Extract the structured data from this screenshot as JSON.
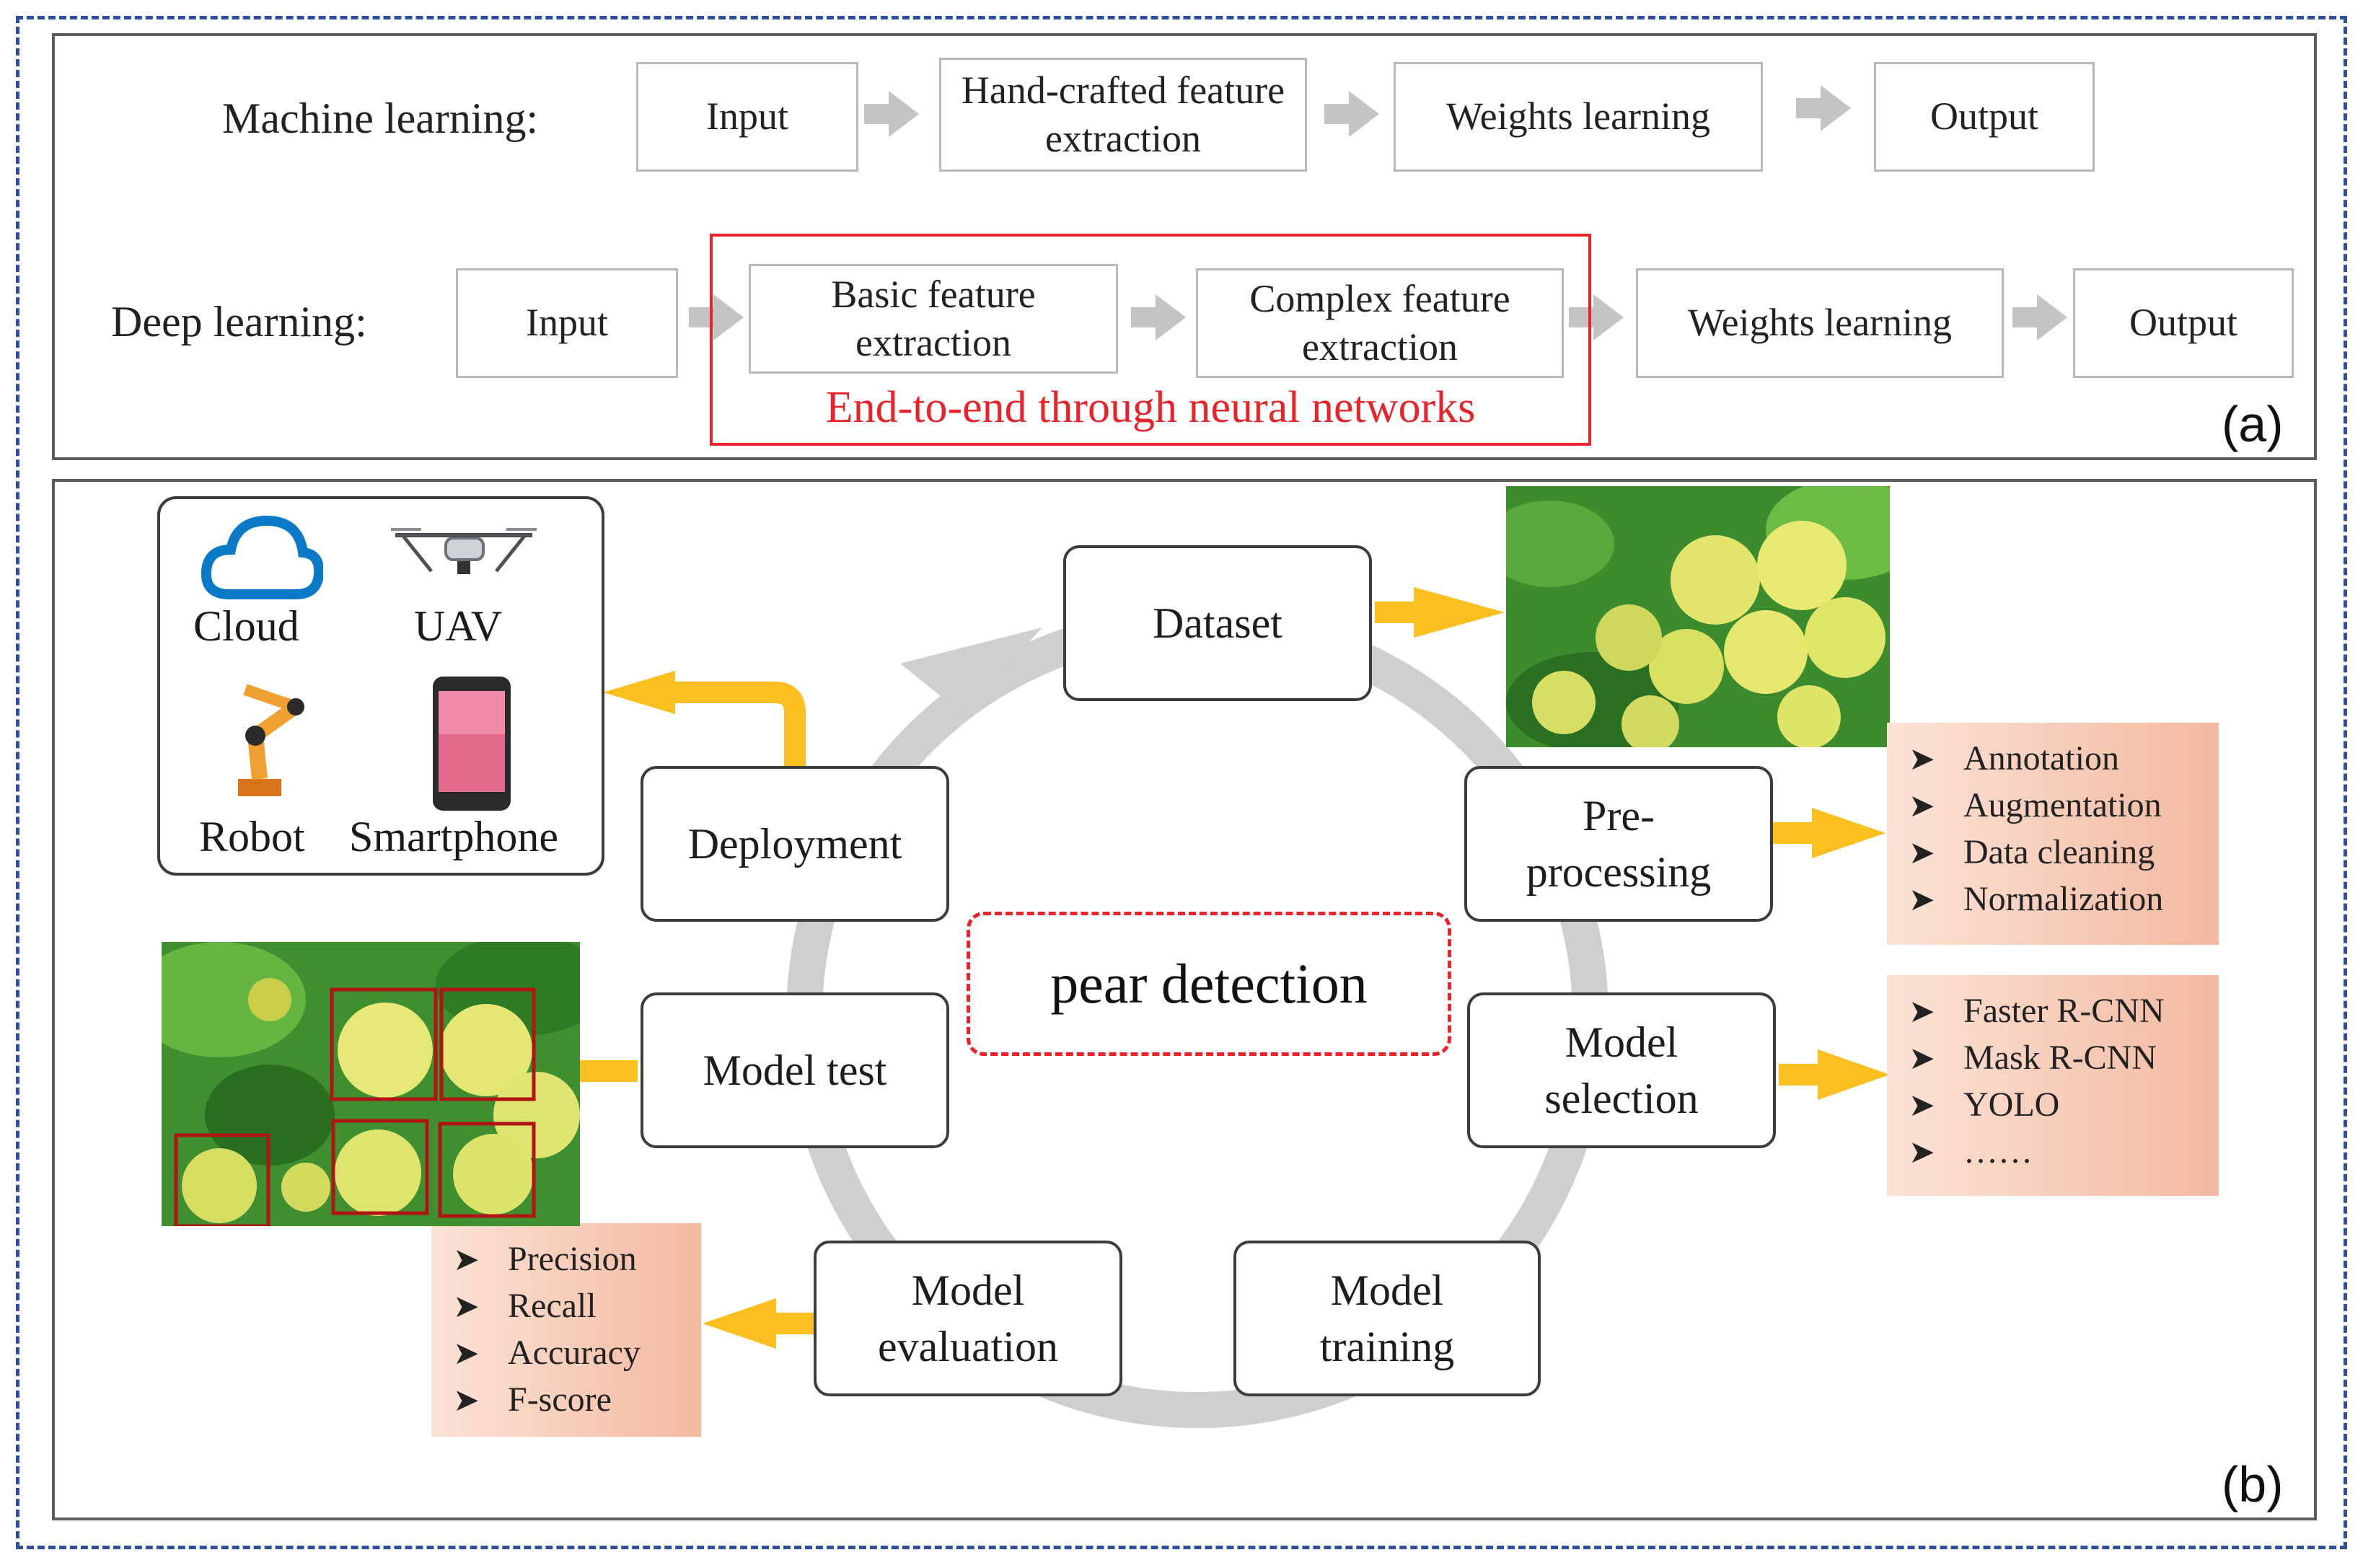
{
  "panel_a": {
    "label": "(a)",
    "machine_learning": {
      "row_label": "Machine learning:",
      "steps": [
        "Input",
        "Hand-crafted feature extraction",
        "Weights learning",
        "Output"
      ]
    },
    "deep_learning": {
      "row_label": "Deep learning:",
      "steps": [
        "Input",
        "Basic feature extraction",
        "Complex feature extraction",
        "Weights learning",
        "Output"
      ],
      "highlight_caption": "End-to-end through neural networks",
      "highlight_color": "#e8232a"
    }
  },
  "panel_b": {
    "label": "(b)",
    "center_label": "pear detection",
    "nodes": {
      "dataset": "Dataset",
      "preprocessing_1": "Pre-",
      "preprocessing_2": "processing",
      "selection_1": "Model",
      "selection_2": "selection",
      "training_1": "Model",
      "training_2": "training",
      "evaluation_1": "Model",
      "evaluation_2": "evaluation",
      "test": "Model test",
      "deployment": "Deployment"
    },
    "devices": [
      "Cloud",
      "UAV",
      "Robot",
      "Smartphone"
    ],
    "preprocessing_items": [
      "Annotation",
      "Augmentation",
      "Data cleaning",
      "Normalization"
    ],
    "model_items": [
      "Faster R-CNN",
      "Mask R-CNN",
      "YOLO",
      "……"
    ],
    "evaluation_items": [
      "Precision",
      "Recall",
      "Accuracy",
      "F-score"
    ],
    "colors": {
      "arrow": "#fbbf1f",
      "cycle": "#cfcfcf",
      "dashed_center": "#e8232a",
      "outer_dash": "#2e4fa0"
    }
  }
}
